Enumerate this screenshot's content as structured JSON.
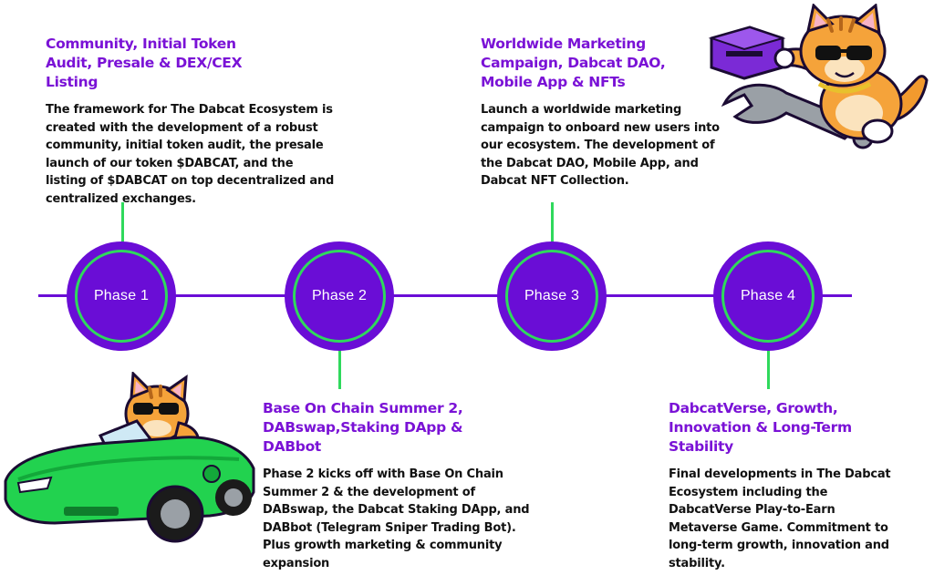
{
  "colors": {
    "purple": "#6a0dd6",
    "green": "#2fd95c",
    "title": "#7a12d6",
    "body_text": "#111111"
  },
  "phases": [
    {
      "label": "Phase 1"
    },
    {
      "label": "Phase 2"
    },
    {
      "label": "Phase 3"
    },
    {
      "label": "Phase 4"
    }
  ],
  "milestones": [
    {
      "title": "Community, Initial Token Audit, Presale & DEX/CEX Listing",
      "body": "The framework for The Dabcat Ecosystem is created with the development of a robust community, initial token audit, the presale launch of our token $DABCAT, and the listing of $DABCAT on top decentralized and centralized exchanges."
    },
    {
      "title": "Base On Chain Summer 2, DABswap,Staking DApp & DABbot",
      "body": "Phase 2 kicks off with Base On Chain Summer 2 & the development of DABswap, the Dabcat Staking DApp, and DABbot (Telegram Sniper Trading Bot). Plus growth marketing & community expansion"
    },
    {
      "title": "Worldwide Marketing Campaign, Dabcat DAO, Mobile App & NFTs",
      "body": "Launch a worldwide marketing campaign to onboard new users into our ecosystem. The development of the Dabcat DAO, Mobile App, and Dabcat NFT Collection."
    },
    {
      "title": "DabcatVerse, Growth, Innovation & Long-Term Stability",
      "body": "Final developments in The Dabcat Ecosystem including the DabcatVerse Play-to-Earn Metaverse Game. Commitment to long-term growth, innovation and stability."
    }
  ],
  "illustrations": {
    "cat_car": "cat-in-green-sports-car-illustration",
    "cat_wrench": "cat-with-wrench-illustration"
  }
}
